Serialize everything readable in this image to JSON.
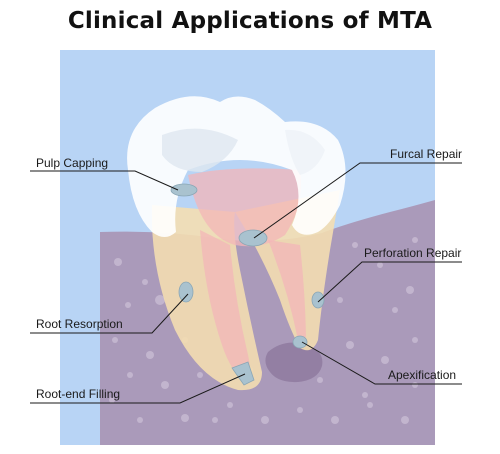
{
  "title": "Clinical Applications of MTA",
  "labels": {
    "pulp_capping": "Pulp Capping",
    "furcal_repair": "Furcal Repair",
    "perforation_repair": "Perforation Repair",
    "root_resorption": "Root Resorption",
    "apexification": "Apexification",
    "root_end_filling": "Root-end Filling"
  },
  "colors": {
    "background_panel": "#b8d4f5",
    "gum_tissue": "#a893b4",
    "enamel": "#ffffff",
    "dentin_root": "#f5deb0",
    "pulp": "#f3b5b8",
    "mta_material": "#a9c2cf",
    "lesion": "#8f7a9f",
    "leader_line": "#1a1a1a"
  }
}
